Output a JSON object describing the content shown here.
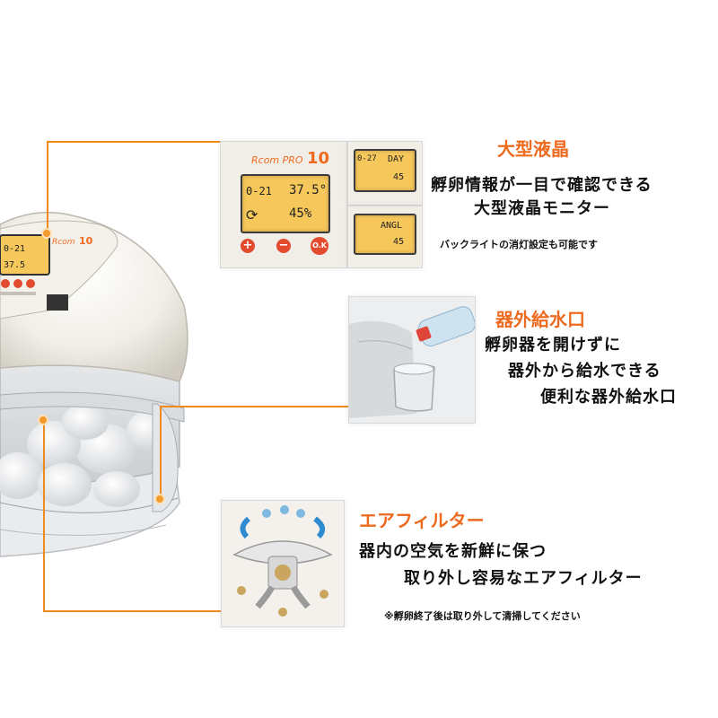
{
  "features": [
    {
      "heading": "大型液晶",
      "lines": [
        "孵卵情報が一目で確認できる",
        "大型液晶モニター"
      ],
      "note": "バックライトの消灯設定も可能です"
    },
    {
      "heading": "器外給水口",
      "lines": [
        "孵卵器を開けずに",
        "器外から給水できる",
        "便利な器外給水口"
      ]
    },
    {
      "heading": "エアフィルター",
      "lines": [
        "器内の空気を新鮮に保つ",
        "取り外し容易なエアフィルター"
      ],
      "note": "※孵卵終了後は取り外して清掃してください"
    }
  ],
  "panel": {
    "brand": "Rcom PRO",
    "model": "10",
    "main_lcd": {
      "day": "0-21",
      "temp": "37.5°",
      "hum": "45%"
    },
    "side_lcd_1": {
      "day": "0-27",
      "mode": "DAY",
      "value": "45"
    },
    "side_lcd_2": {
      "mode": "ANGL",
      "value": "45"
    },
    "buttons": {
      "plus": "+",
      "minus": "−",
      "ok": "O.K"
    }
  },
  "colors": {
    "accent": "#ee6a1e",
    "line": "#f08a1c",
    "lcd": "#f6c85b",
    "body": "#efece5"
  }
}
